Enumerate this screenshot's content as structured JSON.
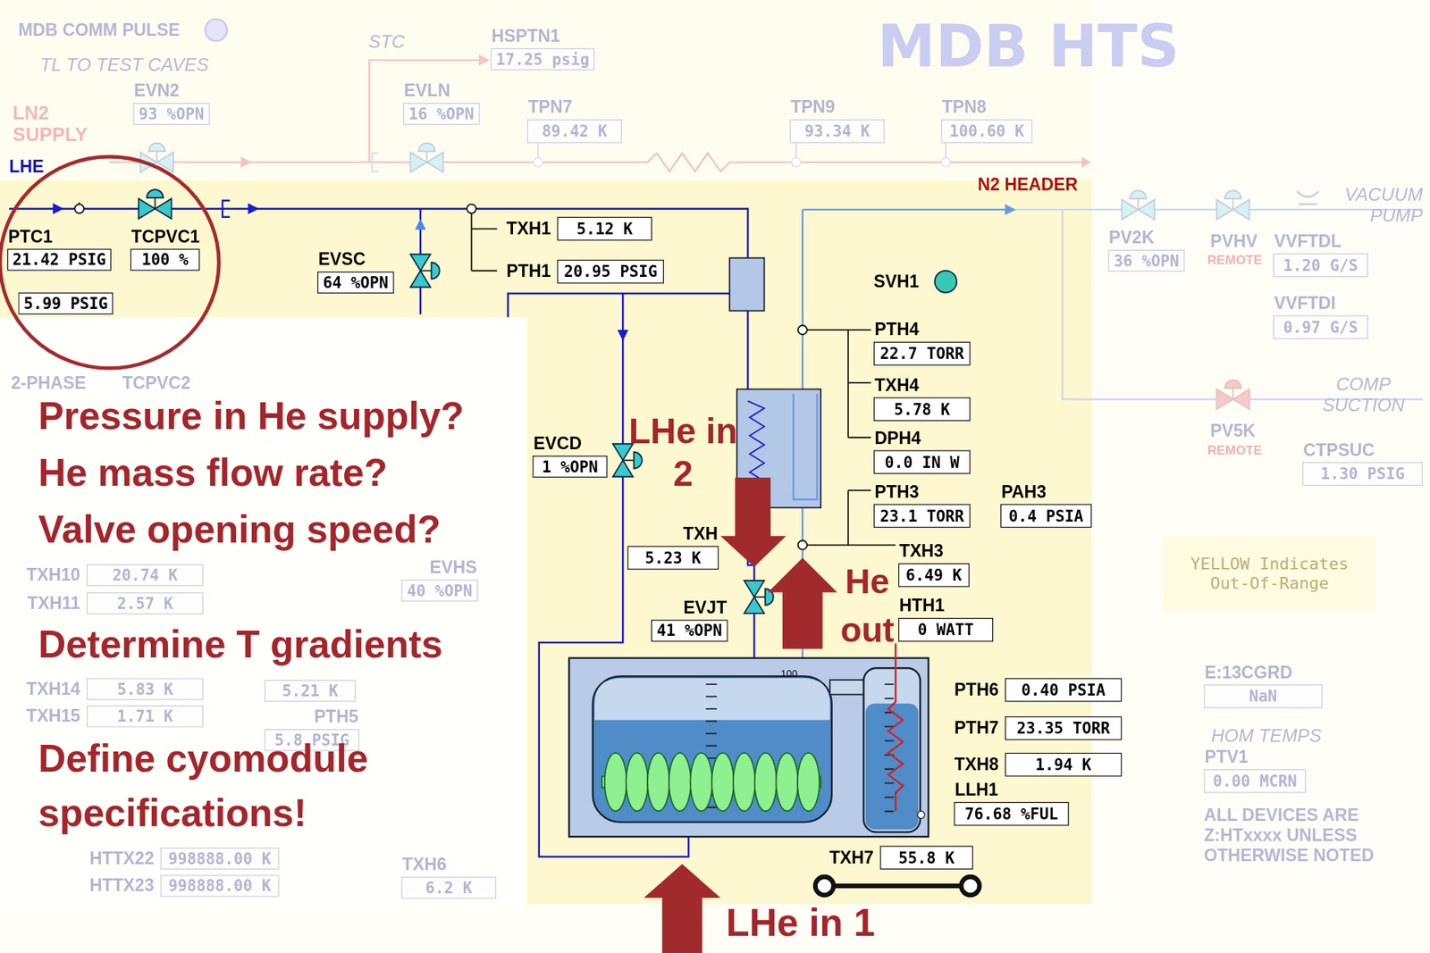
{
  "diagram": {
    "nodes": [
      {
        "text": [
          "HSPTN1",
          "17.25 psig"
        ]
      },
      {
        "text": [
          "EVN2",
          "93 %OPN"
        ]
      },
      {
        "text": [
          "EVLN",
          "16 %OPN"
        ]
      },
      {
        "text": [
          "TPN7",
          "89.42 K"
        ]
      },
      {
        "text": [
          "TPN9",
          "93.34 K"
        ]
      },
      {
        "text": [
          "TPN8",
          "100.60 K"
        ]
      },
      {
        "text": [
          "PTC1",
          "21.42 PSIG"
        ]
      },
      {
        "text": [
          "TCPVC1",
          "100 %"
        ]
      },
      {
        "text": [
          "TXH1",
          "5.12 K"
        ]
      },
      {
        "text": [
          "PTH1",
          "20.95 PSIG"
        ]
      },
      {
        "text": [
          "EVSC",
          "64 %OPN"
        ]
      },
      {
        "text": [
          "PV2K",
          "36 %OPN"
        ]
      },
      {
        "text": [
          "VVFTDL",
          "1.20 G/S"
        ]
      },
      {
        "text": [
          "5.99 PSIG"
        ]
      },
      {
        "text": [
          "VVFTDI",
          "0.97 G/S"
        ]
      },
      {
        "text": [
          "PTH4",
          "22.7 TORR"
        ]
      },
      {
        "text": [
          "TXH4",
          "5.78 K"
        ]
      },
      {
        "text": [
          "DPH4",
          "0.0 IN W"
        ]
      },
      {
        "text": [
          "EVCD",
          "1 %OPN"
        ]
      },
      {
        "text": [
          "CTPSUC",
          "1.30 PSIG"
        ]
      },
      {
        "text": [
          "PTH3",
          "23.1 TORR"
        ]
      },
      {
        "text": [
          "PAH3",
          "0.4 PSIA"
        ]
      },
      {
        "text": [
          "TXH",
          "5.23 K"
        ]
      },
      {
        "text": [
          "EVHS",
          "40 %OPN"
        ]
      },
      {
        "text": [
          "TXH3",
          "6.49 K"
        ]
      },
      {
        "text": [
          "TXH10",
          "20.74 K"
        ]
      },
      {
        "text": [
          "TXH11",
          "2.57 K"
        ]
      },
      {
        "text": [
          "HTH1",
          "0 WATT"
        ]
      },
      {
        "text": [
          "EVJT",
          "41 %OPN"
        ]
      },
      {
        "text": [
          "5.21 K"
        ]
      },
      {
        "text": [
          "TXH14",
          "5.83 K"
        ]
      },
      {
        "text": [
          "PTH6",
          "0.40 PSIA"
        ]
      },
      {
        "text": [
          "TXH15",
          "1.71 K"
        ]
      },
      {
        "text": [
          "PTH7",
          "23.35 TORR"
        ]
      },
      {
        "text": [
          "PTH5",
          "5.8 PSIG"
        ]
      },
      {
        "text": [
          "TXH8",
          "1.94 K"
        ]
      },
      {
        "text": [
          "LLH1",
          "76.68 %FUL"
        ]
      },
      {
        "text": [
          "TXH7",
          "55.8 K"
        ]
      },
      {
        "text": [
          "HTTX22",
          "998888.00 K"
        ]
      },
      {
        "text": [
          "HTTX23",
          "998888.00 K"
        ]
      },
      {
        "text": [
          "TXH6",
          "6.2 K"
        ]
      },
      {
        "text": [
          "E:13CGRD",
          "NaN"
        ]
      },
      {
        "text": [
          "PTV1",
          "0.00 MCRN"
        ]
      },
      {
        "text": [
          "YELLOW Indicates Out-Of-Range"
        ]
      }
    ],
    "labels": [
      "MDB COMM PULSE",
      "TL TO TEST CAVES",
      "STC",
      "MDB HTS",
      "LN2 SUPPLY",
      "LHE",
      "N2 HEADER",
      "SVH1",
      "PVHV",
      "REMOTE",
      "VACUUM PUMP",
      "PV5K",
      "REMOTE",
      "COMP SUCTION",
      "2-PHASE",
      "TCPVC2",
      "HOM TEMPS",
      "ALL DEVICES ARE Z:HTxxxx UNLESS OTHERWISE NOTED",
      "100",
      "Pressure in He supply?",
      "He mass flow rate?",
      "Valve opening speed?",
      "Determine T gradients",
      "Define cyomodule specifications!",
      "LHe in 2",
      "He out",
      "LHe in 1"
    ]
  }
}
